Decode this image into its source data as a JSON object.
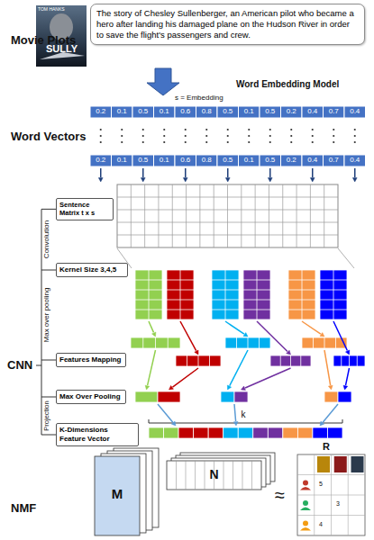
{
  "diagram": {
    "nodes": [
      {
        "text": [
          "The story of Chesley Sullenberger, an American pilot who became a hero after landing his damaged plane on the Hudson River in order to save the flight's passengers and crew."
        ]
      },
      {
        "text": [
          "Sentence Matrix t x s"
        ]
      },
      {
        "text": [
          "Kernel Size 3,4,5"
        ]
      },
      {
        "text": [
          "Features Mapping"
        ]
      },
      {
        "text": [
          "Max Over Pooling"
        ]
      },
      {
        "text": [
          "K-Dimensions Feature Vector"
        ]
      }
    ],
    "labels": [
      "Movie Plots",
      "TOM HANKS",
      "SULLY",
      "Word Embedding Model",
      "s = Embedding",
      "Word Vectors",
      "0.2",
      "0.1",
      "0.5",
      "0.1",
      "0.6",
      "0.8",
      "0.5",
      "0.1",
      "0.5",
      "0.2",
      "0.4",
      "0.7",
      "0.4",
      "0.2",
      "0.1",
      "0.5",
      "0.1",
      "0.6",
      "0.8",
      "0.5",
      "0.1",
      "0.5",
      "0.2",
      "0.4",
      "0.7",
      "0.4",
      "CNN",
      "Convolution",
      "Max over pooling",
      "Projection",
      "k",
      "NMF",
      "M",
      "N",
      "≈",
      "R",
      "5",
      "3",
      "4"
    ]
  }
}
